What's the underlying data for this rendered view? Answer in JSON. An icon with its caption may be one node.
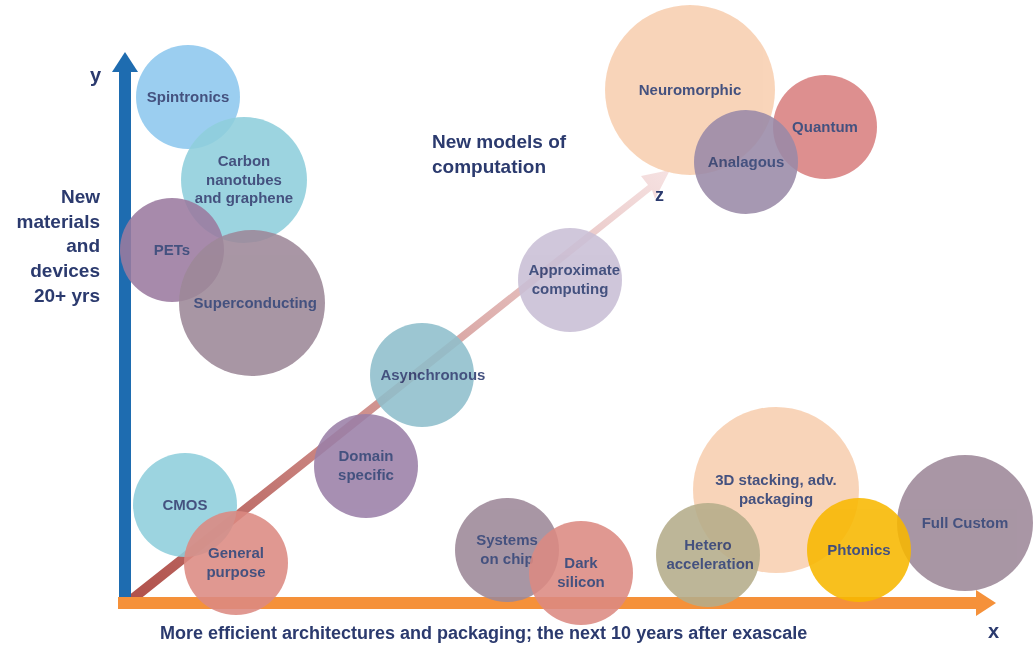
{
  "diagram": {
    "nodes": [
      {
        "text": [
          "Spintronics"
        ]
      },
      {
        "text": [
          "Neuromorphic"
        ]
      },
      {
        "text": [
          "Quantum"
        ]
      },
      {
        "text": [
          "Carbon nanotubes and graphene"
        ]
      },
      {
        "text": [
          "Analagous"
        ]
      },
      {
        "text": [
          "PETs"
        ]
      },
      {
        "text": [
          "Approximate computing"
        ]
      },
      {
        "text": [
          "Superconducting"
        ]
      },
      {
        "text": [
          "Asynchronous"
        ]
      },
      {
        "text": [
          "Domain specific"
        ]
      },
      {
        "text": [
          "3D stacking, adv. packaging"
        ]
      },
      {
        "text": [
          "CMOS"
        ]
      },
      {
        "text": [
          "Full Custom"
        ]
      },
      {
        "text": [
          "Systems on chip"
        ]
      },
      {
        "text": [
          "General purpose"
        ]
      },
      {
        "text": [
          "Hetero acceleration"
        ]
      },
      {
        "text": [
          "Phtonics"
        ]
      },
      {
        "text": [
          "Dark silicon"
        ]
      }
    ],
    "edges": [],
    "labels": [
      "y",
      "New materials and devices 20+ yrs",
      "New models of computation",
      "z",
      "More efficient architectures and packaging; the next 10 years after exascale",
      "x"
    ]
  }
}
